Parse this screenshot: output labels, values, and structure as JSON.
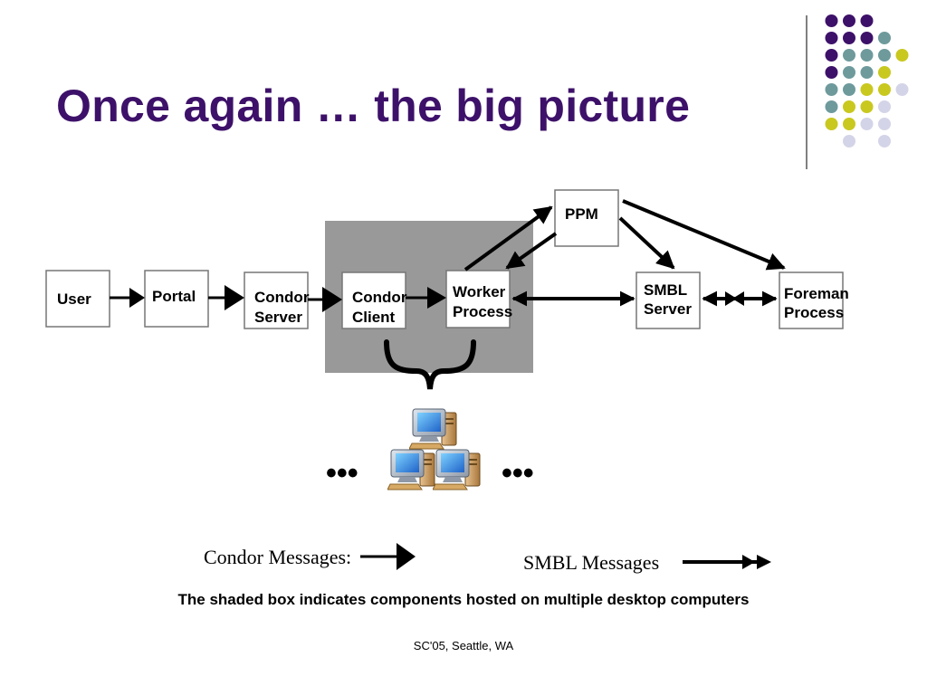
{
  "title": "Once again … the big picture",
  "colors": {
    "title": "#3d1169",
    "dot_purple": "#3d1169",
    "dot_teal": "#6e9a9c",
    "dot_yellow": "#c9c81f",
    "dot_lavender": "#d4d4e8",
    "shaded_box": "#999999"
  },
  "diagram": {
    "nodes": {
      "user": [
        "User"
      ],
      "portal": [
        "Portal"
      ],
      "condor_server": [
        "Condor",
        "Server"
      ],
      "condor_client": [
        "Condor",
        "Client"
      ],
      "worker_process": [
        "Worker",
        "Process"
      ],
      "ppm": [
        "PPM"
      ],
      "smbl_server": [
        "SMBL",
        "Server"
      ],
      "foreman_process": [
        "Foreman",
        "Process"
      ]
    },
    "ellipsis_left": "•••",
    "ellipsis_right": "•••",
    "icons": [
      "desktop-computer-icon",
      "curly-brace-icon"
    ]
  },
  "legend": {
    "condor_label": "Condor Messages:",
    "smbl_label": "SMBL Messages"
  },
  "caption": "The shaded box indicates components hosted on multiple desktop computers",
  "footer": "SC'05, Seattle, WA"
}
